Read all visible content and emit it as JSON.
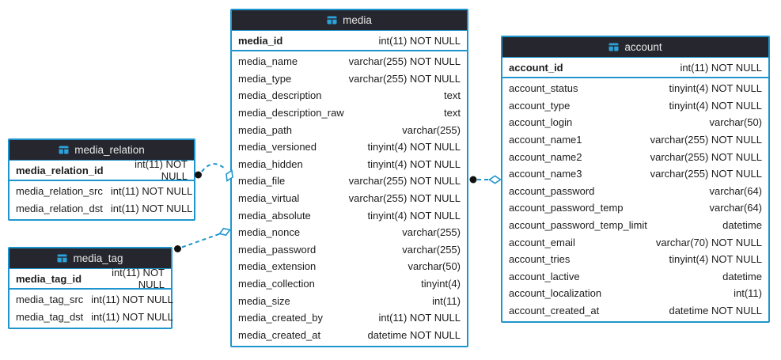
{
  "diagram": {
    "colors": {
      "table_border": "#1e96cd",
      "header_bg": "#26262e",
      "header_text": "#e8e8e8",
      "row_text": "#1c1c1c",
      "body_bg": "#ffffff",
      "connector": "#1e96cd",
      "anchor_dot": "#111111",
      "icon_blue": "#2ba2da"
    },
    "tables": {
      "media": {
        "title": "media",
        "icon": "table-icon",
        "primary_key": {
          "name": "media_id",
          "type": "int(11) NOT NULL"
        },
        "fields": [
          {
            "name": "media_name",
            "type": "varchar(255) NOT NULL"
          },
          {
            "name": "media_type",
            "type": "varchar(255) NOT NULL"
          },
          {
            "name": "media_description",
            "type": "text"
          },
          {
            "name": "media_description_raw",
            "type": "text"
          },
          {
            "name": "media_path",
            "type": "varchar(255)"
          },
          {
            "name": "media_versioned",
            "type": "tinyint(4) NOT NULL"
          },
          {
            "name": "media_hidden",
            "type": "tinyint(4) NOT NULL"
          },
          {
            "name": "media_file",
            "type": "varchar(255) NOT NULL"
          },
          {
            "name": "media_virtual",
            "type": "varchar(255) NOT NULL"
          },
          {
            "name": "media_absolute",
            "type": "tinyint(4) NOT NULL"
          },
          {
            "name": "media_nonce",
            "type": "varchar(255)"
          },
          {
            "name": "media_password",
            "type": "varchar(255)"
          },
          {
            "name": "media_extension",
            "type": "varchar(50)"
          },
          {
            "name": "media_collection",
            "type": "tinyint(4)"
          },
          {
            "name": "media_size",
            "type": "int(11)"
          },
          {
            "name": "media_created_by",
            "type": "int(11) NOT NULL"
          },
          {
            "name": "media_created_at",
            "type": "datetime NOT NULL"
          }
        ]
      },
      "media_relation": {
        "title": "media_relation",
        "icon": "table-icon",
        "primary_key": {
          "name": "media_relation_id",
          "type": "int(11) NOT NULL"
        },
        "fields": [
          {
            "name": "media_relation_src",
            "type": "int(11) NOT NULL"
          },
          {
            "name": "media_relation_dst",
            "type": "int(11) NOT NULL"
          }
        ]
      },
      "media_tag": {
        "title": "media_tag",
        "icon": "table-icon",
        "primary_key": {
          "name": "media_tag_id",
          "type": "int(11) NOT NULL"
        },
        "fields": [
          {
            "name": "media_tag_src",
            "type": "int(11) NOT NULL"
          },
          {
            "name": "media_tag_dst",
            "type": "int(11) NOT NULL"
          }
        ]
      },
      "account": {
        "title": "account",
        "icon": "table-icon",
        "primary_key": {
          "name": "account_id",
          "type": "int(11) NOT NULL"
        },
        "fields": [
          {
            "name": "account_status",
            "type": "tinyint(4) NOT NULL"
          },
          {
            "name": "account_type",
            "type": "tinyint(4) NOT NULL"
          },
          {
            "name": "account_login",
            "type": "varchar(50)"
          },
          {
            "name": "account_name1",
            "type": "varchar(255) NOT NULL"
          },
          {
            "name": "account_name2",
            "type": "varchar(255) NOT NULL"
          },
          {
            "name": "account_name3",
            "type": "varchar(255) NOT NULL"
          },
          {
            "name": "account_password",
            "type": "varchar(64)"
          },
          {
            "name": "account_password_temp",
            "type": "varchar(64)"
          },
          {
            "name": "account_password_temp_limit",
            "type": "datetime"
          },
          {
            "name": "account_email",
            "type": "varchar(70) NOT NULL"
          },
          {
            "name": "account_tries",
            "type": "tinyint(4) NOT NULL"
          },
          {
            "name": "account_lactive",
            "type": "datetime"
          },
          {
            "name": "account_localization",
            "type": "int(11)"
          },
          {
            "name": "account_created_at",
            "type": "datetime NOT NULL"
          }
        ]
      }
    },
    "relations": [
      {
        "from_table": "media_relation",
        "to_table": "media",
        "line_style": "dashed",
        "start_marker": "filled-dot",
        "end_marker": "open-diamond"
      },
      {
        "from_table": "media_tag",
        "to_table": "media",
        "line_style": "dashed",
        "start_marker": "filled-dot",
        "end_marker": "open-diamond"
      },
      {
        "from_table": "media",
        "to_table": "account",
        "line_style": "dashed",
        "start_marker": "filled-dot",
        "end_marker": "open-diamond"
      }
    ]
  }
}
